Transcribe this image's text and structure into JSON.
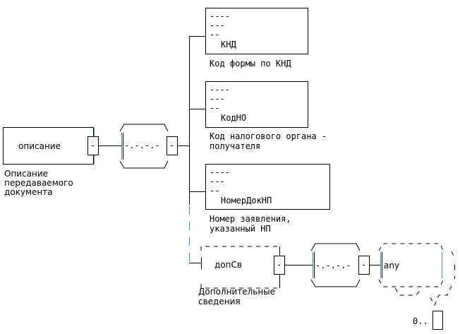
{
  "root": {
    "name": "описание",
    "caption": [
      "Описание",
      "передаваемого",
      "документа"
    ]
  },
  "compositor_symbol": "-.-.-.-",
  "collapse_symbol": "-",
  "elements": [
    {
      "name": "КНД",
      "caption": [
        "Код формы по КНД"
      ]
    },
    {
      "name": "КодНО",
      "caption": [
        "Код налогового органа -",
        "получателя"
      ]
    },
    {
      "name": "НомерДокНП",
      "caption": [
        "Номер заявления,",
        "указанный НП"
      ]
    }
  ],
  "optional_element": {
    "name": "допСв",
    "caption": [
      "Дополнительные",
      "сведения"
    ],
    "any_label": "any",
    "occurrence": "0.."
  }
}
